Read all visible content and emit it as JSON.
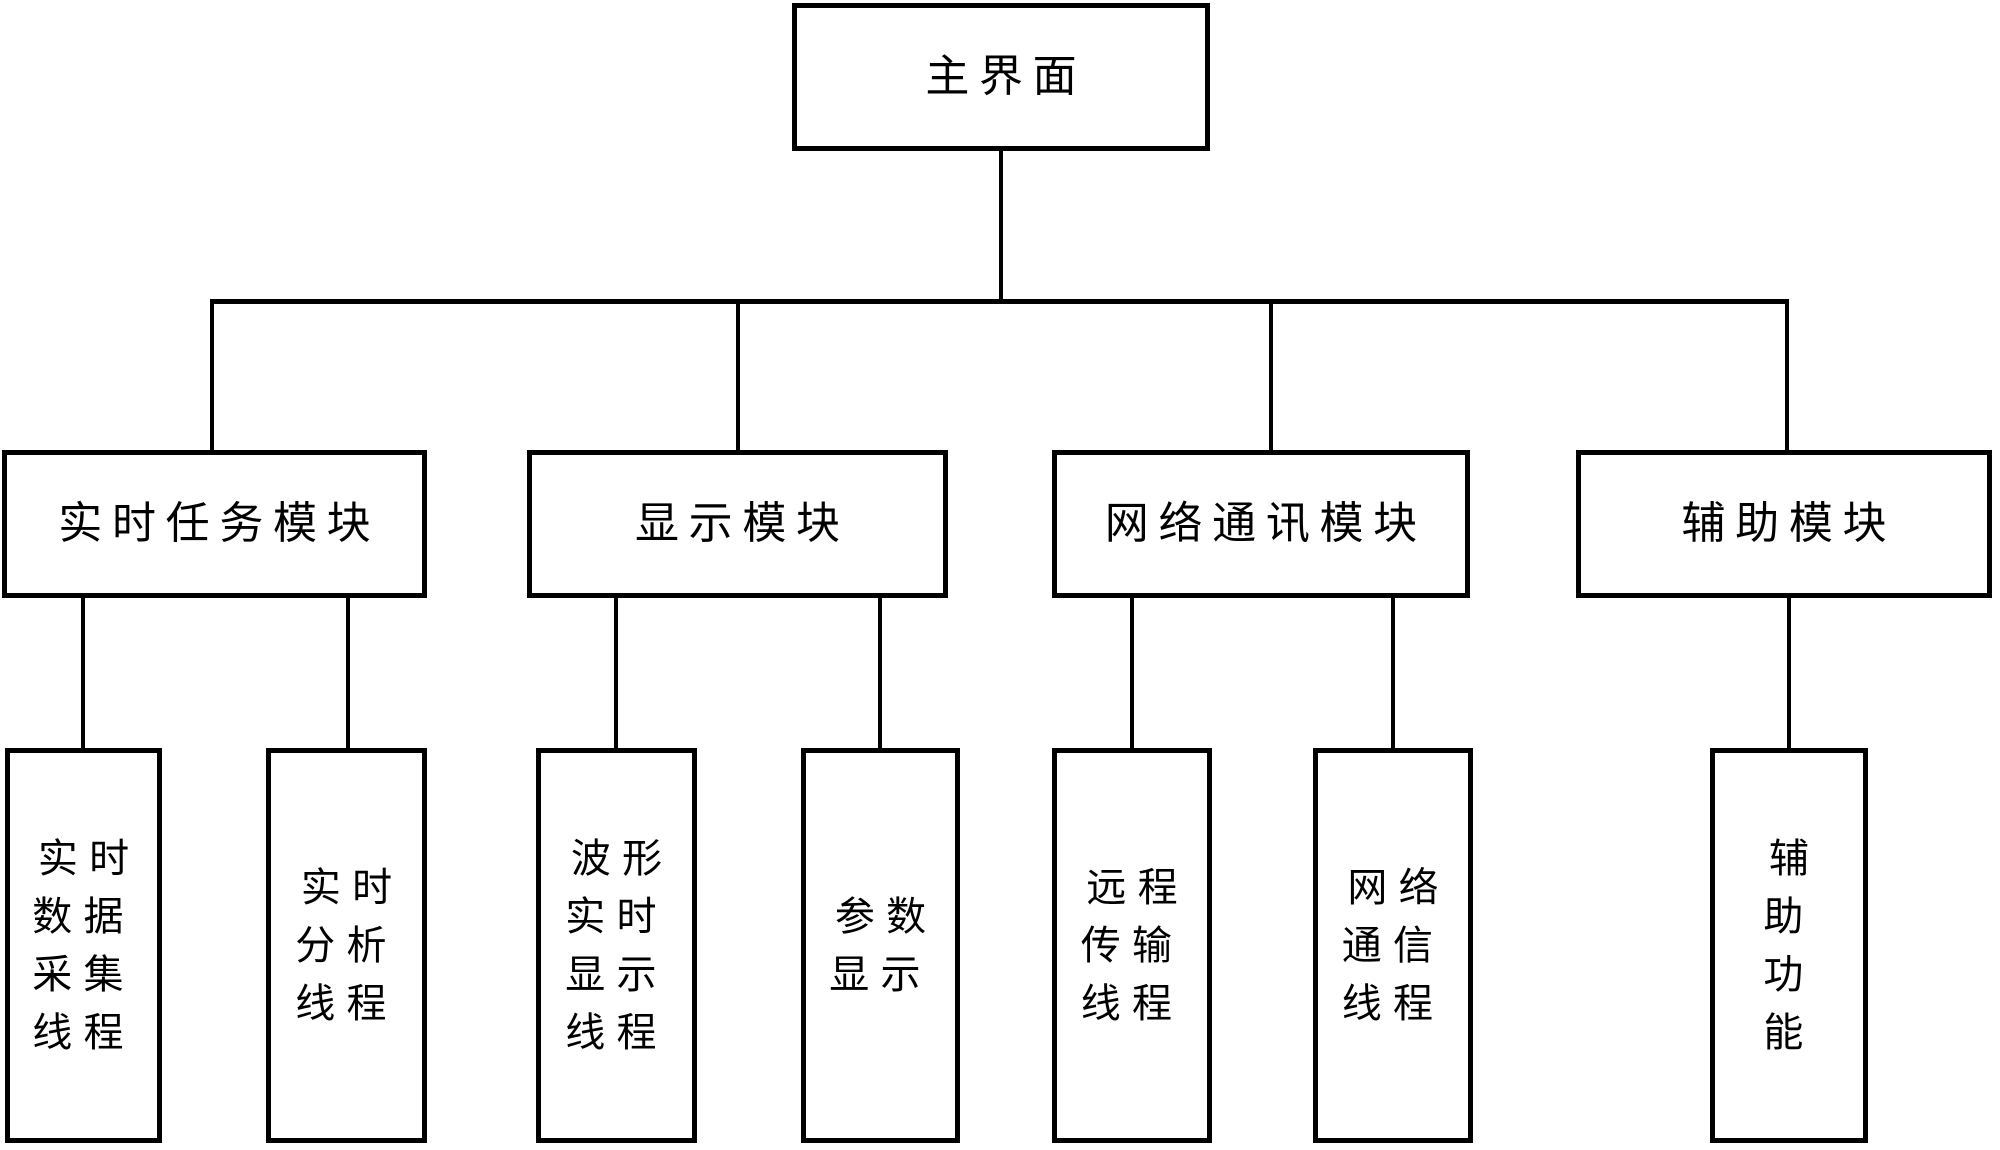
{
  "diagram": {
    "type": "tree-flowchart",
    "colors": {
      "line": "#000000",
      "background": "#ffffff",
      "text": "#000000"
    },
    "root": {
      "label": "主界面"
    },
    "modules": [
      {
        "label": "实时任务模块"
      },
      {
        "label": "显示模块"
      },
      {
        "label": "网络通讯模块"
      },
      {
        "label": "辅助模块"
      }
    ],
    "threads": [
      {
        "label": "实时\n数据\n采集\n线程",
        "parent": "实时任务模块"
      },
      {
        "label": "实时\n分析\n线程",
        "parent": "实时任务模块"
      },
      {
        "label": "波形\n实时\n显示\n线程",
        "parent": "显示模块"
      },
      {
        "label": "参数\n显示",
        "parent": "显示模块"
      },
      {
        "label": "远程\n传输\n线程",
        "parent": "网络通讯模块"
      },
      {
        "label": "网络\n通信\n线程",
        "parent": "网络通讯模块"
      },
      {
        "label": "辅\n助\n功\n能",
        "parent": "辅助模块"
      }
    ]
  }
}
